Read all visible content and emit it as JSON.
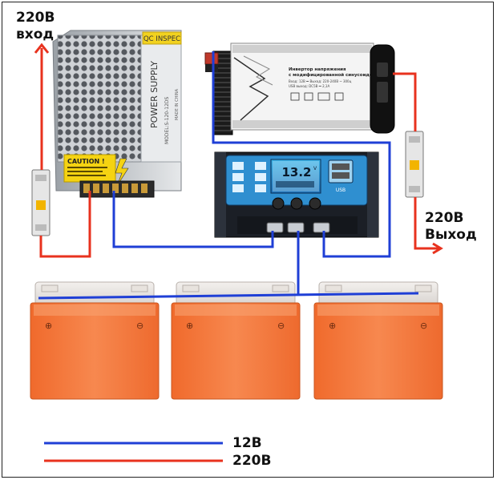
{
  "labels": {
    "input_line1": "220В",
    "input_line2": "вход",
    "output_line1": "220В",
    "output_line2": "Выход"
  },
  "legend": [
    {
      "label": "12В",
      "color": "#1f3fd6"
    },
    {
      "label": "220В",
      "color": "#e8321e"
    }
  ],
  "power_supply": {
    "qc_sticker": "QC INSPEC",
    "brand": "POWER SUPPLY",
    "model": "MODEL:S-120-12DS",
    "caution": "CAUTION !",
    "made_in": "MADE IN CHINA"
  },
  "inverter": {
    "title": "Инвертор напряжения",
    "subtitle": "с модифицированной синусоидой",
    "spec_line": "Вход: 12В ⎓ Выход: 220-240В ~ 300ц",
    "usb_line": "USB выход: DC5В ⎓ 2,1А"
  },
  "controller": {
    "display": "13.2",
    "unit": "V",
    "usb_label": "USB"
  },
  "batteries": {
    "count": 3
  },
  "colors": {
    "wire_12v": "#1f3fd6",
    "wire_220v": "#e8321e",
    "battery": "#f47a3d"
  }
}
